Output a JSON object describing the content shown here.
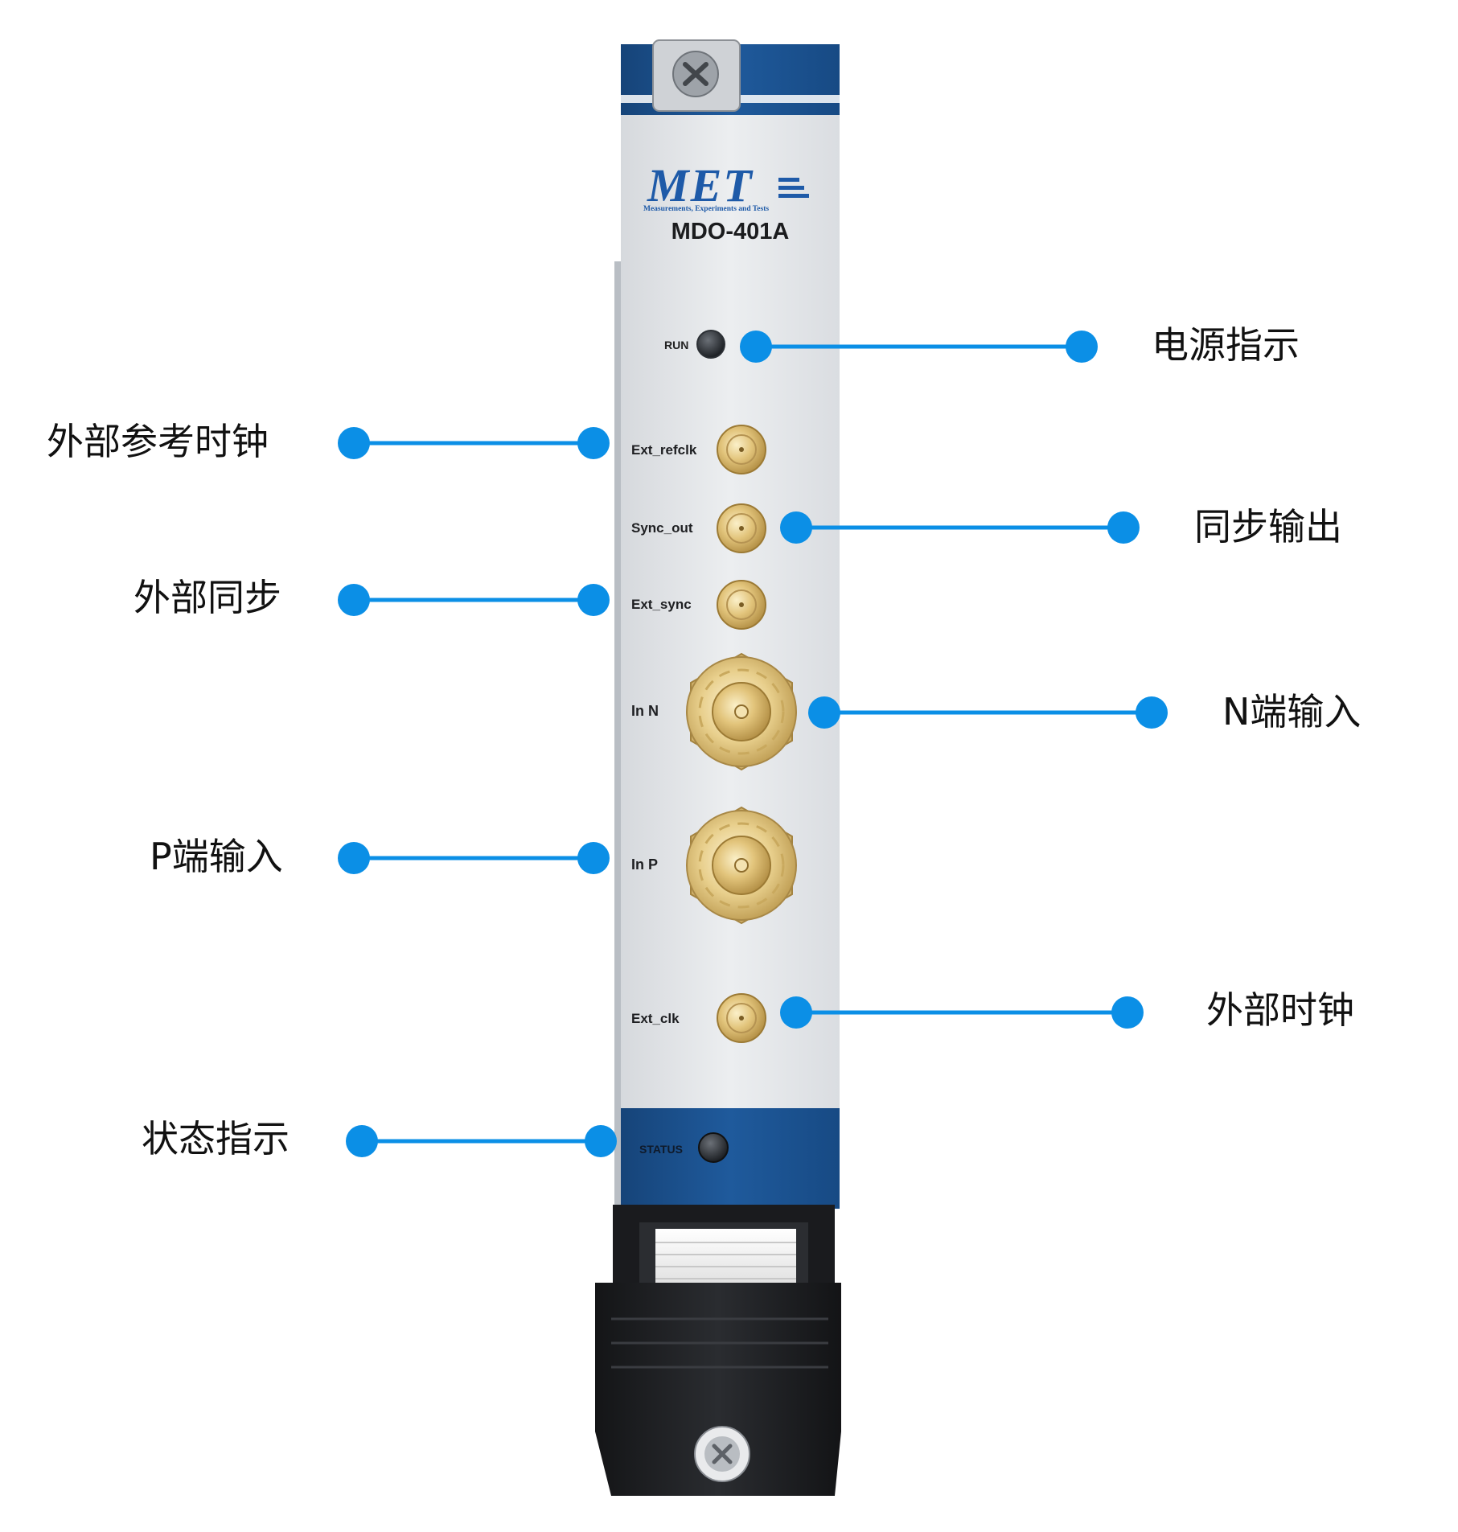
{
  "device": {
    "brand": "MET",
    "brand_tagline": "Measurements, Experiments and Tests",
    "model": "MDO-401A"
  },
  "panel_labels": {
    "run": "RUN",
    "ext_refclk": "Ext_refclk",
    "sync_out": "Sync_out",
    "ext_sync": "Ext_sync",
    "in_n": "In N",
    "in_p": "In P",
    "ext_clk": "Ext_clk",
    "status": "STATUS"
  },
  "callouts": {
    "power_indicator": "电源指示",
    "ext_ref_clock": "外部参考时钟",
    "sync_output": "同步输出",
    "ext_sync": "外部同步",
    "n_input": "N端输入",
    "p_input": "P端输入",
    "ext_clock": "外部时钟",
    "status_indicator": "状态指示"
  },
  "colors": {
    "callout_line": "#0b8fe6",
    "panel_blue": "#1a4f8d",
    "panel_silver": "#e4e6e9",
    "connector_gold": "#d8b763",
    "handle_black": "#1d1e21"
  }
}
